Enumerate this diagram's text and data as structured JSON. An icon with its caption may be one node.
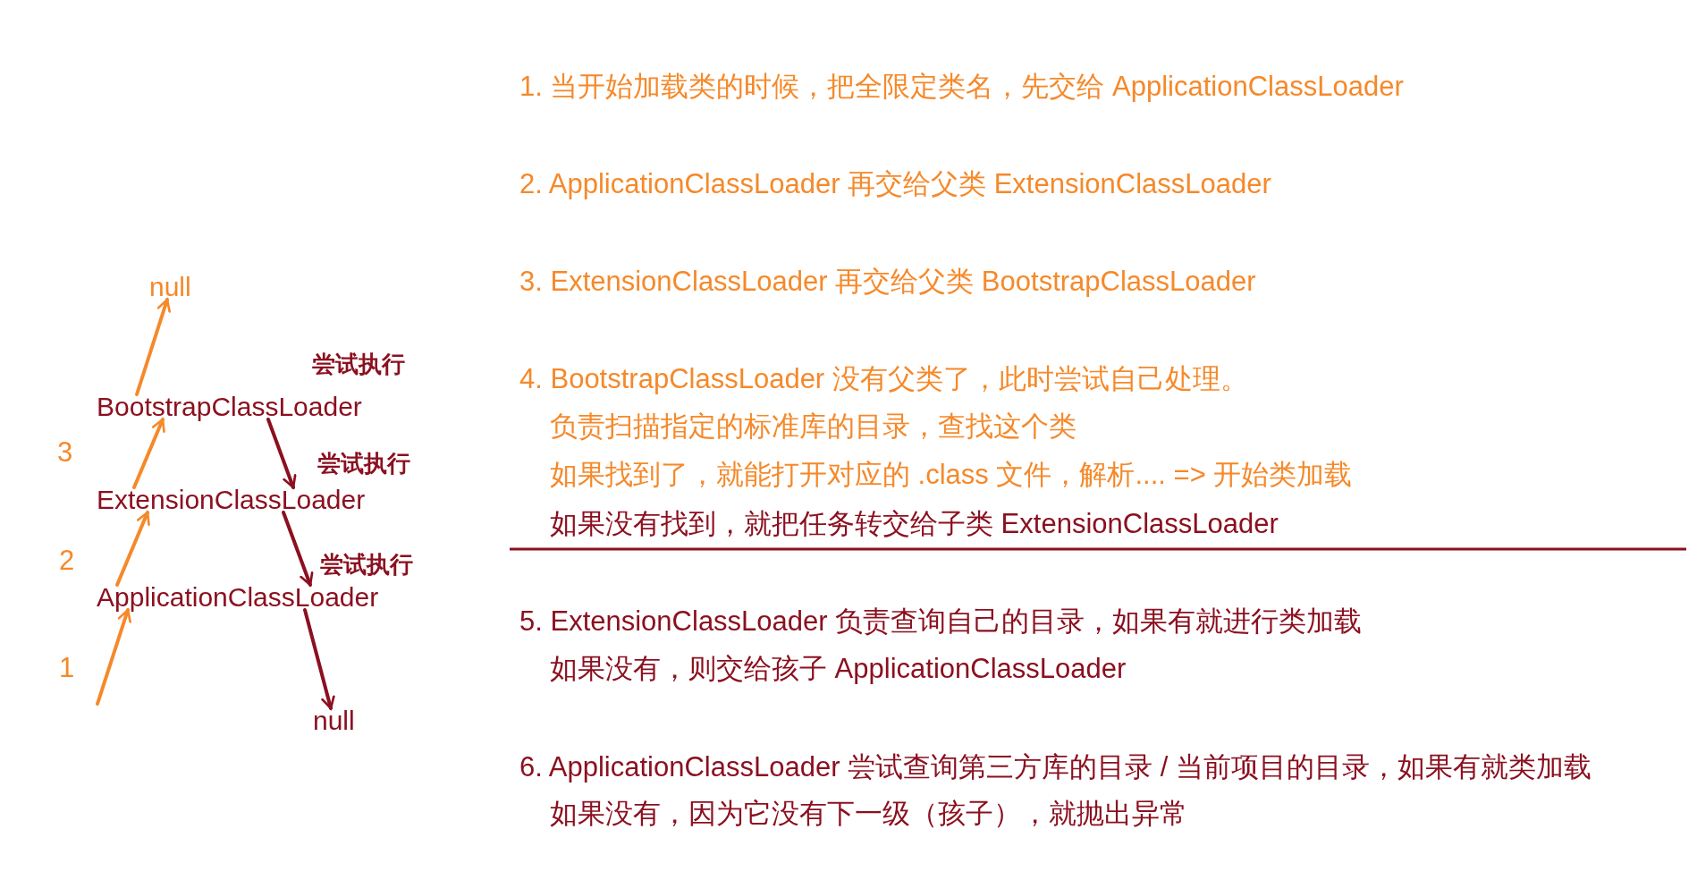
{
  "diagram": {
    "nodes": [
      {
        "text": [
          "null"
        ]
      },
      {
        "text": [
          "BootstrapClassLoader"
        ]
      },
      {
        "text": [
          "ExtensionClassLoader"
        ]
      },
      {
        "text": [
          "ApplicationClassLoader"
        ]
      },
      {
        "text": [
          "null"
        ]
      }
    ],
    "edges": [
      {
        "from": null,
        "to": 3,
        "arrow": "to"
      },
      {
        "from": 3,
        "to": 2,
        "arrow": "to"
      },
      {
        "from": 2,
        "to": 1,
        "arrow": "to"
      },
      {
        "from": 1,
        "to": 0,
        "arrow": "to"
      },
      {
        "from": 1,
        "to": 2,
        "arrow": "to",
        "color": "#8b1020"
      },
      {
        "from": 2,
        "to": 3,
        "arrow": "to",
        "color": "#8b1020"
      },
      {
        "from": 3,
        "to": 4,
        "arrow": "to",
        "color": "#8b1020"
      }
    ],
    "labels": [
      "尝试执行",
      "3",
      "尝试执行",
      "2",
      "尝试执行",
      "1",
      "1. 当开始加载类的时候，把全限定类名，先交给 ApplicationClassLoader",
      "2. ApplicationClassLoader 再交给父类 ExtensionClassLoader",
      "3. ExtensionClassLoader 再交给父类 BootstrapClassLoader",
      "4. BootstrapClassLoader 没有父类了，此时尝试自己处理。",
      "负责扫描指定的标准库的目录，查找这个类",
      "如果找到了，就能打开对应的 .class 文件，解析....  => 开始类加载",
      "如果没有找到，就把任务转交给子类 ExtensionClassLoader",
      "5. ExtensionClassLoader 负责查询自己的目录，如果有就进行类加载",
      "如果没有，则交给孩子 ApplicationClassLoader",
      "6. ApplicationClassLoader 尝试查询第三方库的目录 / 当前项目的目录，如果有就类加载",
      "如果没有，因为它没有下一级（孩子），就抛出异常"
    ]
  }
}
